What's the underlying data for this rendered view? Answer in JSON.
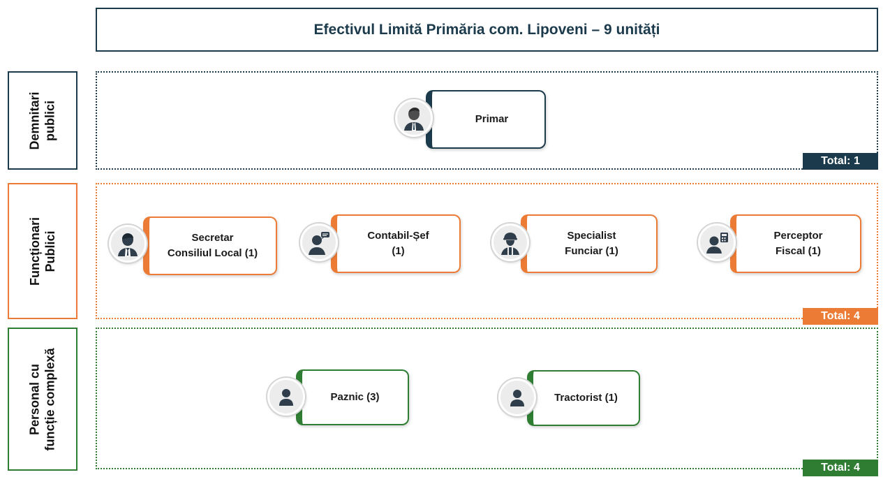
{
  "title": "Efectivul Limită Primăria com. Lipoveni – 9 unități",
  "colors": {
    "navy": "#1b3a4b",
    "orange": "#ec7b35",
    "green": "#2e7d32"
  },
  "sections": {
    "demnitari": {
      "label_line1": "Demnitari",
      "label_line2": "publici",
      "total": "Total: 1",
      "roles": [
        {
          "label_line1": "Primar",
          "label_line2": "",
          "icon": "manager-icon"
        }
      ]
    },
    "functionari": {
      "label_line1": "Funcționari",
      "label_line2": "Publici",
      "total": "Total: 4",
      "roles": [
        {
          "label_line1": "Secretar",
          "label_line2": "Consiliul Local (1)",
          "icon": "businessman-icon"
        },
        {
          "label_line1": "Contabil-Șef",
          "label_line2": "(1)",
          "icon": "support-agent-icon"
        },
        {
          "label_line1": "Specialist",
          "label_line2": "Funciar (1)",
          "icon": "engineer-icon"
        },
        {
          "label_line1": "Perceptor",
          "label_line2": "Fiscal (1)",
          "icon": "accountant-icon"
        }
      ]
    },
    "personal": {
      "label_line1": "Personal  cu",
      "label_line2": "funcție complexă",
      "total": "Total: 4",
      "roles": [
        {
          "label_line1": "Paznic (3)",
          "label_line2": "",
          "icon": "person-icon"
        },
        {
          "label_line1": "Tractorist (1)",
          "label_line2": "",
          "icon": "person-icon"
        }
      ]
    }
  }
}
